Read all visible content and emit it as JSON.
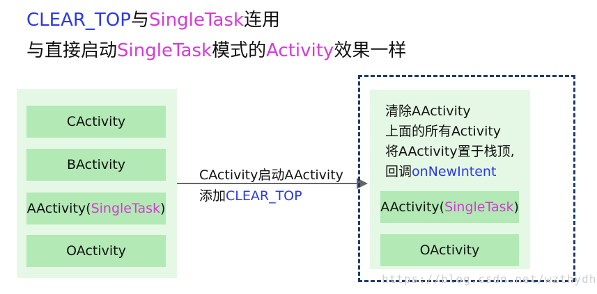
{
  "title": {
    "line1": {
      "a": "CLEAR_TOP",
      "b": "与",
      "c": "SingleTask",
      "d": "连用"
    },
    "line2": {
      "a": "与直接启动",
      "b": "SingleTask",
      "c": "模式的",
      "d": "Activity",
      "e": "效果一样"
    }
  },
  "left_stack": {
    "items": [
      "CActivity",
      "BActivity",
      "AActivity(",
      "OActivity"
    ],
    "a_mode": "SingleTask",
    "a_close": ")"
  },
  "arrow": {
    "line1": "CActivity启动AActivity",
    "line2_a": "添加",
    "line2_b": "CLEAR_TOP"
  },
  "right_stack": {
    "note": {
      "l1": "清除AActivity",
      "l2": "上面的所有Activity",
      "l3": "将AActivity置于栈顶,",
      "l4_a": "回调",
      "l4_b": "onNewIntent"
    },
    "items": [
      "AActivity(",
      "OActivity"
    ],
    "a_mode": "SingleTask",
    "a_close": ")"
  },
  "watermark": "https://blog.csdn.net/wzthydh",
  "colors": {
    "blue": "#2a39e6",
    "magenta": "#d63ad6",
    "box": "#b2e9b5",
    "panel": "#e5f8e5",
    "dash": "#1e3a6e"
  }
}
